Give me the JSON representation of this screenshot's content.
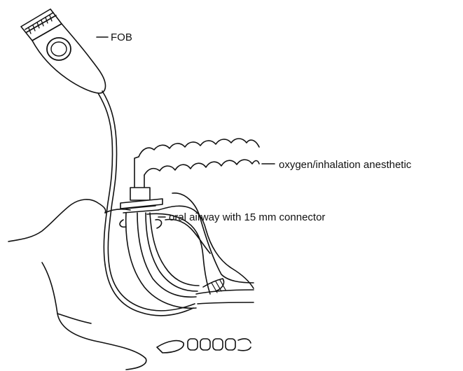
{
  "labels": {
    "fob": "FOB",
    "oxygen": "oxygen/inhalation anesthetic",
    "airway": "oral airway with 15 mm connector"
  },
  "colors": {
    "ink": "#111111",
    "background": "#ffffff"
  }
}
